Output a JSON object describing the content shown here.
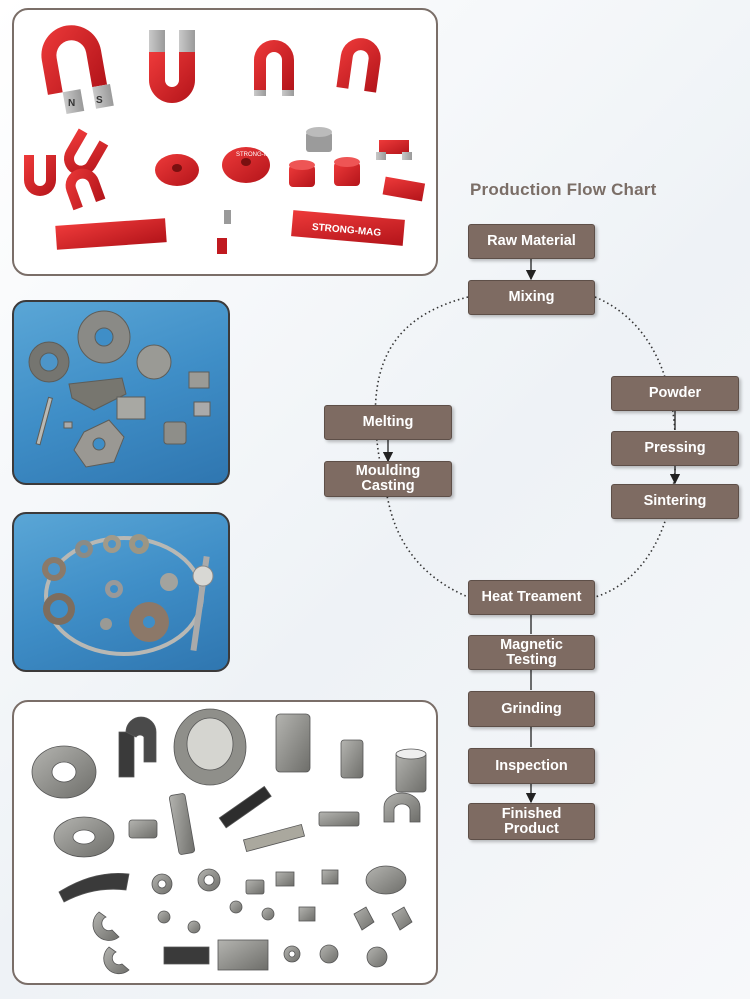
{
  "flow_chart": {
    "title": "Production Flow Chart",
    "steps": {
      "raw_material": "Raw Material",
      "mixing": "Mixing",
      "melting": "Melting",
      "moulding_casting": "Moulding\nCasting",
      "powder": "Powder",
      "pressing": "Pressing",
      "sintering": "Sintering",
      "heat_treatment": "Heat Treament",
      "magnetic_testing": "Magnetic\nTesting",
      "grinding": "Grinding",
      "inspection": "Inspection",
      "finished_product": "Finished\nProduct"
    }
  },
  "photos": {
    "red_magnets": {
      "horseshoe_pole_n": "N",
      "horseshoe_pole_s": "S",
      "bar_label": "STRONG-MAG",
      "ring_label": "STRONG-MAG"
    }
  },
  "colors": {
    "box_fill": "#7e6b62",
    "box_text": "#ffffff",
    "title": "#7b6e67",
    "magnet_red": "#d01e24",
    "metal_gray": "#8f8f8f"
  }
}
